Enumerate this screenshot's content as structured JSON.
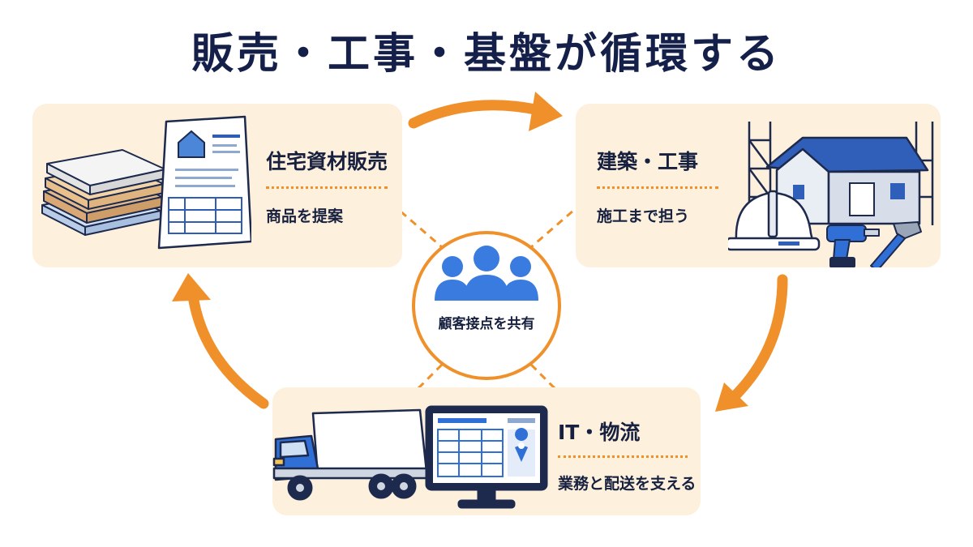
{
  "title": "販売・工事・基盤が循環する",
  "hub": {
    "label": "顧客接点を共有",
    "icon": "people-icon"
  },
  "nodes": [
    {
      "id": "sales",
      "title": "住宅資材販売",
      "subtitle": "商品を提案",
      "icon": "materials-and-document-icon"
    },
    {
      "id": "construction",
      "title": "建築・工事",
      "subtitle": "施工まで担う",
      "icon": "house-and-tools-icon"
    },
    {
      "id": "it_logistics",
      "title": "IT・物流",
      "subtitle": "業務と配送を支える",
      "icon": "truck-and-monitor-icon"
    }
  ],
  "cycle": [
    "sales",
    "construction",
    "it_logistics",
    "sales"
  ],
  "colors": {
    "accent": "#f0902a",
    "navy": "#14204a",
    "blue": "#2f6fd6",
    "card": "#fdf0dc"
  }
}
